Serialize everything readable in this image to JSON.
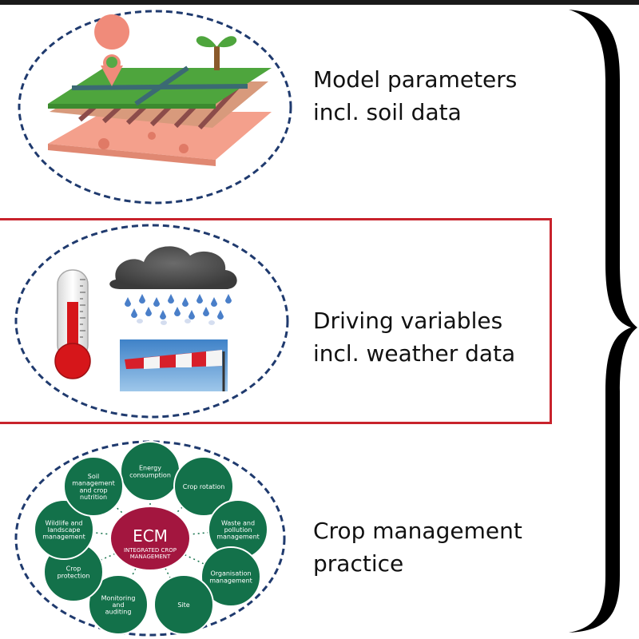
{
  "rows": [
    {
      "id": "model-parameters",
      "label_lines": [
        "Model parameters",
        "incl. soil data"
      ]
    },
    {
      "id": "driving-variables",
      "label_lines": [
        "Driving variables",
        "incl. weather data"
      ]
    },
    {
      "id": "crop-management",
      "label_lines": [
        "Crop management",
        "practice"
      ]
    }
  ],
  "ecm": {
    "center_title": "ECM",
    "center_subtitle_lines": [
      "INTEGRATED CROP",
      "MANAGEMENT"
    ],
    "nodes": [
      {
        "lines": [
          "Energy",
          "consumption"
        ]
      },
      {
        "lines": [
          "Crop rotation"
        ]
      },
      {
        "lines": [
          "Waste and",
          "pollution",
          "management"
        ]
      },
      {
        "lines": [
          "Organisation",
          "management"
        ]
      },
      {
        "lines": [
          "Site"
        ]
      },
      {
        "lines": [
          "Monitoring",
          "and",
          "auditing"
        ]
      },
      {
        "lines": [
          "Crop",
          "protection"
        ]
      },
      {
        "lines": [
          "Wildlife and",
          "landscape",
          "management"
        ]
      },
      {
        "lines": [
          "Soil",
          "management",
          "and crop",
          "nutrition"
        ]
      }
    ]
  },
  "colors": {
    "highlight_border": "#c8232c",
    "ellipse_dash": "#1f3a6e",
    "ecm_green": "#13714a",
    "ecm_center": "#a3163f",
    "brace": "#000000"
  }
}
